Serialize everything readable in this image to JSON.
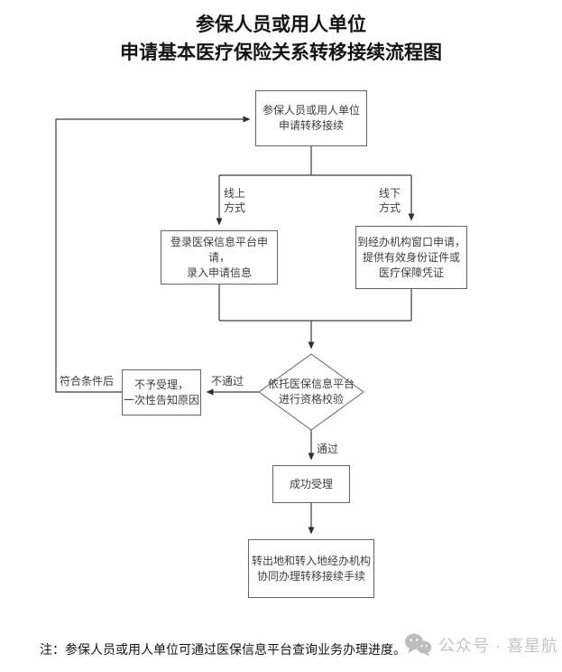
{
  "title": {
    "line1": "参保人员或用人单位",
    "line2": "申请基本医疗保险关系转移接续流程图"
  },
  "flowchart": {
    "start_box": "参保人员或用人单位\n申请转移接续",
    "online_label": "线上\n方式",
    "offline_label": "线下\n方式",
    "online_box": "登录医保信息平台申请，\n录入申请信息",
    "offline_box": "到经办机构窗口申请，\n提供有效身份证件或\n医疗保障凭证",
    "decision": "依托医保信息平台\n进行资格校验",
    "fail_label": "不通过",
    "reject_box": "不予受理，\n一次性告知原因",
    "requalify_label": "符合条件后",
    "pass_label": "通过",
    "success_box": "成功受理",
    "final_box": "转出地和转入地经办机构\n协同办理转移接续手续"
  },
  "footnote": "注：参保人员或用人单位可通过医保信息平台查询业务办理进度。",
  "watermark": {
    "icon": "wechat-icon",
    "text": "公众号 · 喜星航"
  },
  "colors": {
    "line": "#3c3c3c",
    "box_border": "#646464",
    "text": "#3e3e3e",
    "watermark": "#c4c4c4"
  }
}
